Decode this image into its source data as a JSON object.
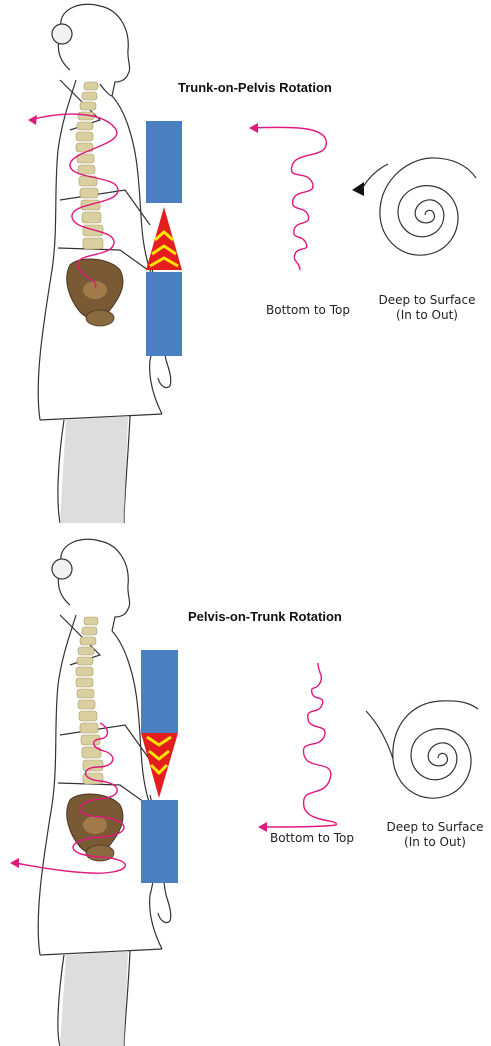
{
  "panels": [
    {
      "title": "Trunk-on-Pelvis Rotation",
      "spiral_caption": "Bottom to Top",
      "curl_caption_line1": "Deep to Surface",
      "curl_caption_line2": "(In to Out)"
    },
    {
      "title": "Pelvis-on-Trunk Rotation",
      "spiral_caption": "Bottom to Top",
      "curl_caption_line1": "Deep to Surface",
      "curl_caption_line2": "(In to Out)"
    }
  ],
  "colors": {
    "spiral": "#e0197d",
    "block": "#4a7fc1",
    "arrow_outer": "#e41e1e",
    "arrow_inner": "#ffe400",
    "spine": "#d9cfa0",
    "pelvis": "#7a5a35",
    "outline": "#333333"
  }
}
